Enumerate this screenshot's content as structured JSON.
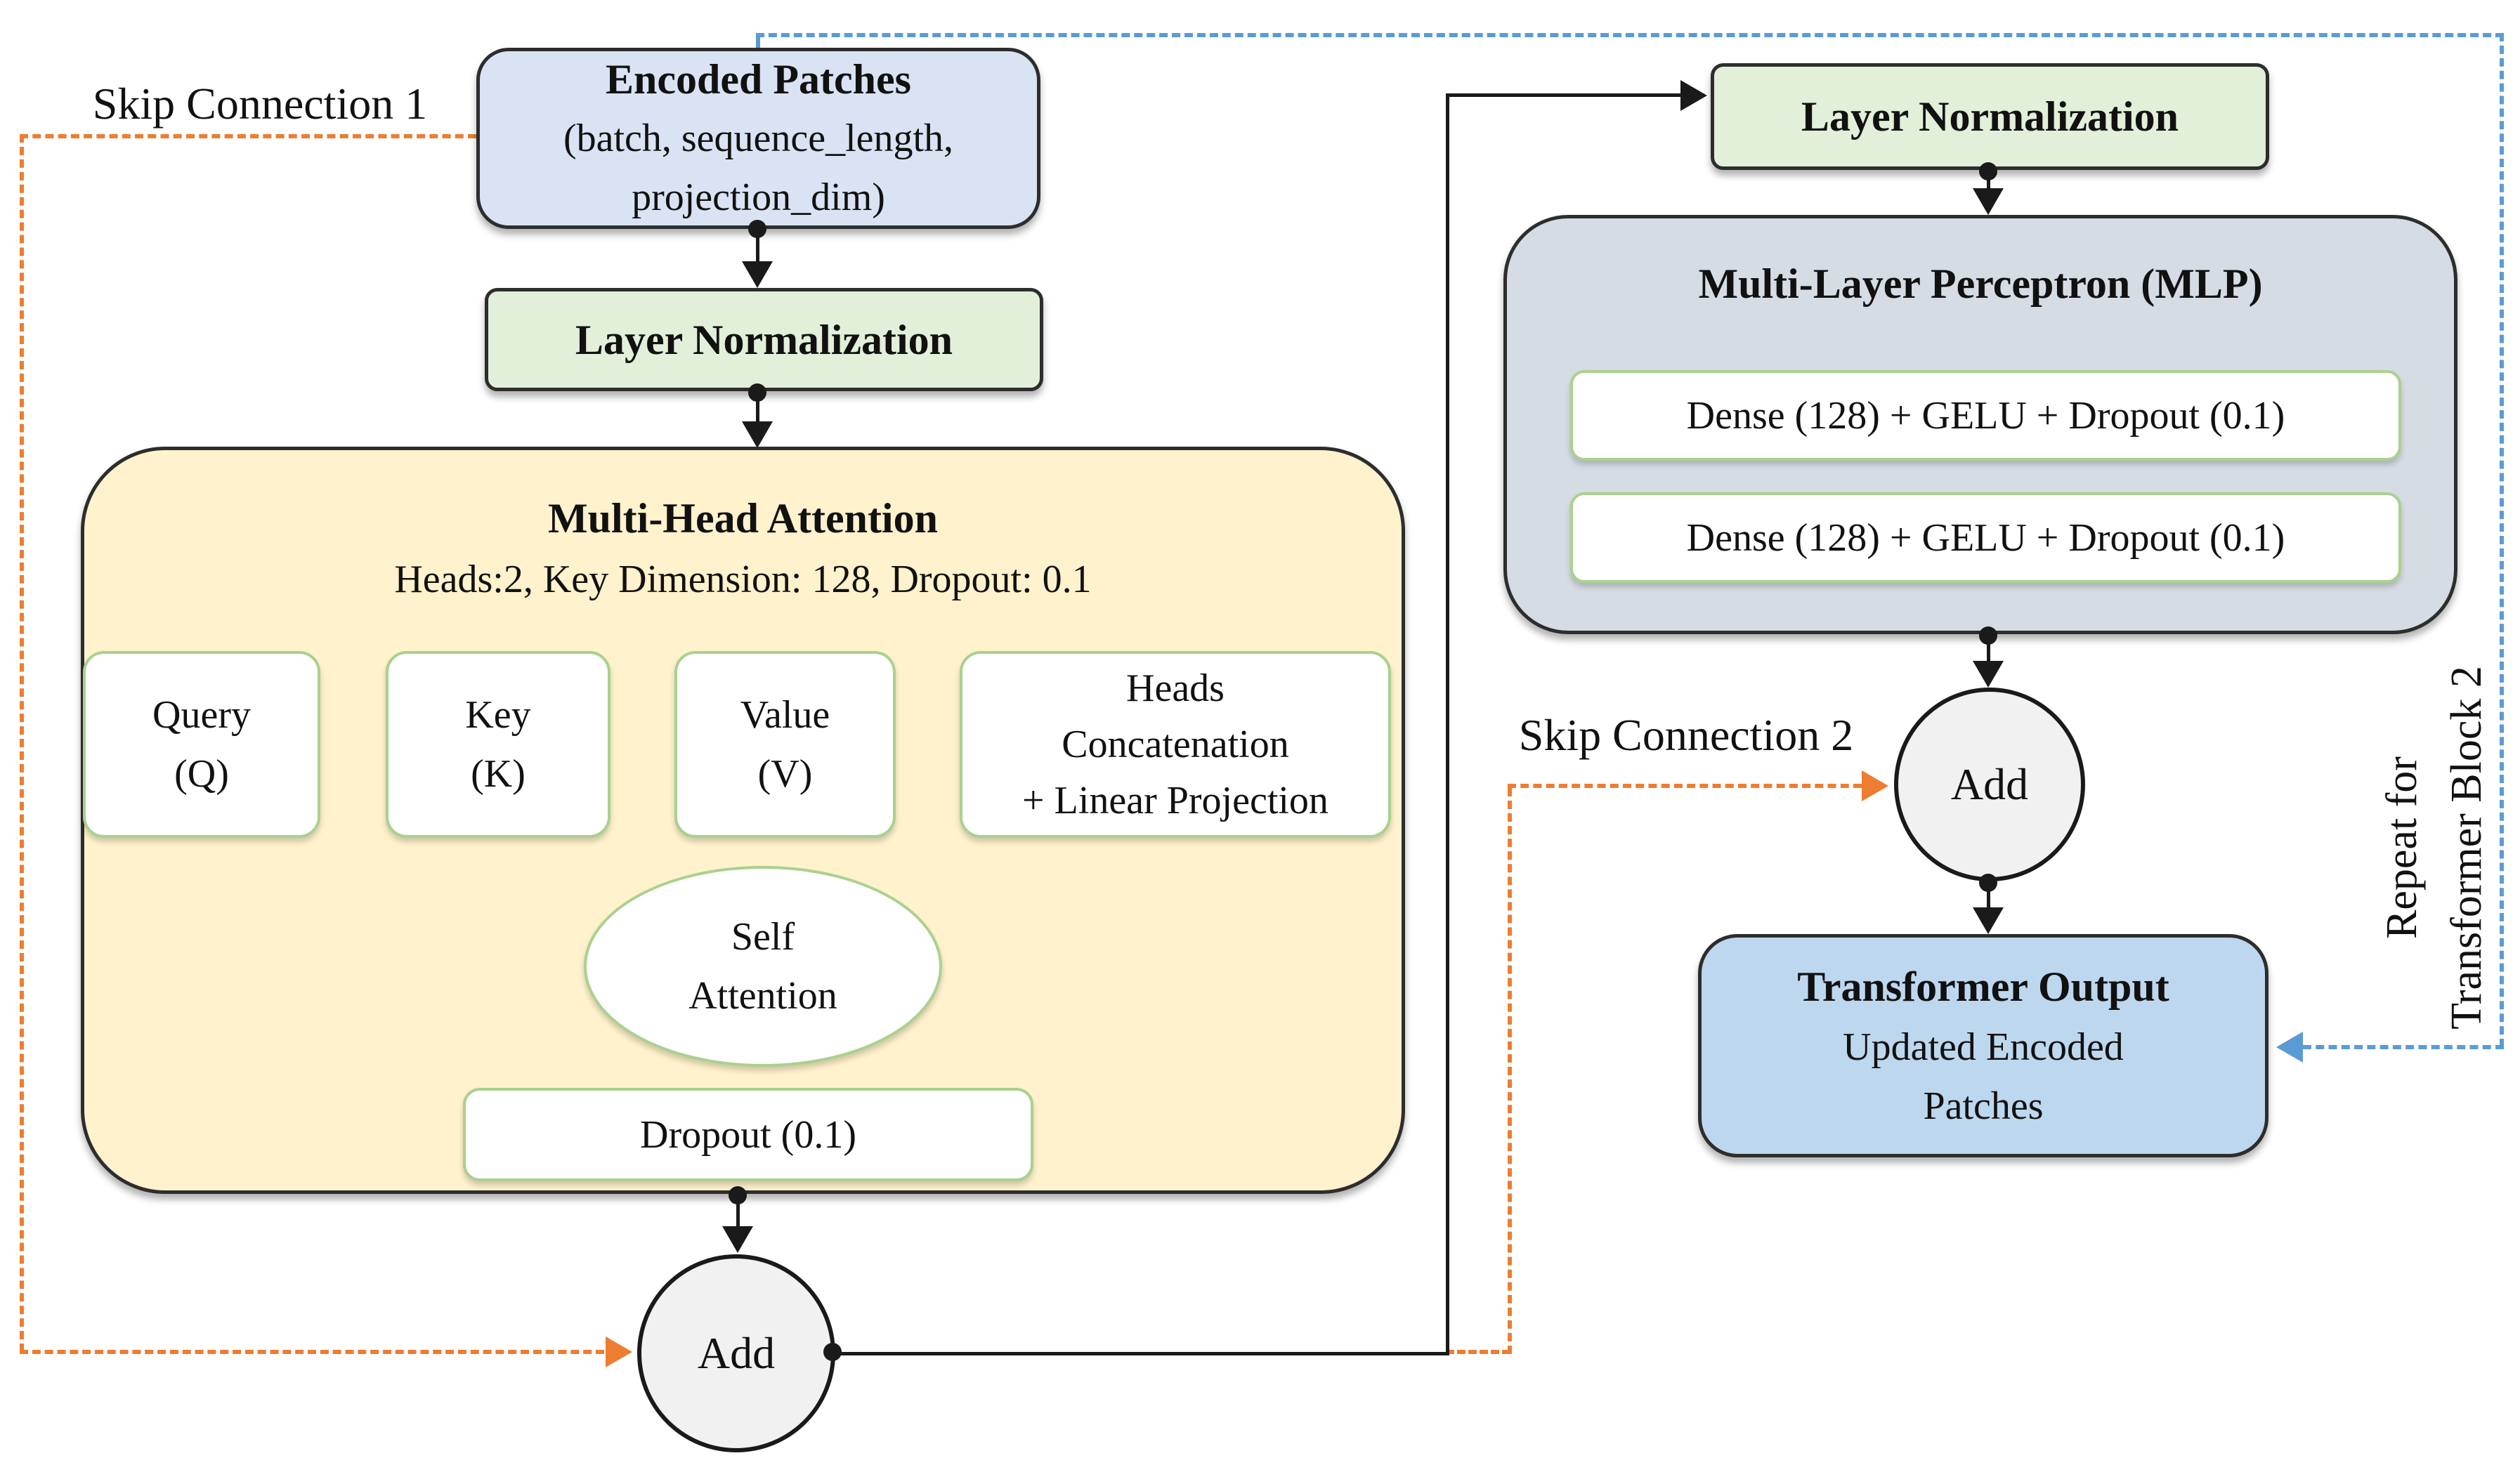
{
  "labels": {
    "skip_connection_1": "Skip Connection 1",
    "skip_connection_2": "Skip Connection 2",
    "repeat_line1": "Repeat for",
    "repeat_line2": "Transformer Block 2"
  },
  "nodes": {
    "encoded_patches": {
      "title": "Encoded Patches",
      "shape_line1": "(batch, sequence_length,",
      "shape_line2": "projection_dim)"
    },
    "layer_norm_left": {
      "label": "Layer Normalization"
    },
    "mha": {
      "title": "Multi-Head Attention",
      "params": "Heads:2, Key Dimension: 128, Dropout: 0.1",
      "query": {
        "line1": "Query",
        "line2": "(Q)"
      },
      "key": {
        "line1": "Key",
        "line2": "(K)"
      },
      "value": {
        "line1": "Value",
        "line2": "(V)"
      },
      "heads_concat": {
        "line1": "Heads",
        "line2": "Concatenation",
        "line3": "+ Linear Projection"
      },
      "self_attention": {
        "line1": "Self",
        "line2": "Attention"
      },
      "dropout": "Dropout (0.1)"
    },
    "add_left": {
      "label": "Add"
    },
    "layer_norm_right": {
      "label": "Layer Normalization"
    },
    "mlp": {
      "title": "Multi-Layer Perceptron (MLP)",
      "dense1": "Dense (128) + GELU + Dropout (0.1)",
      "dense2": "Dense (128) + GELU + Dropout (0.1)"
    },
    "add_right": {
      "label": "Add"
    },
    "transformer_output": {
      "title": "Transformer Output",
      "sub_line1": "Updated Encoded",
      "sub_line2": "Patches"
    }
  },
  "colors": {
    "fill-blue-light": "#dae3f3",
    "fill-green": "#e2efd9",
    "fill-yellow": "#fff2cc",
    "fill-gray-blue": "#d6dce4",
    "fill-blue-mid": "#bdd7ee",
    "fill-gray": "#f1f1f1",
    "border-green": "#a9d18e",
    "accent-orange": "#ed7d31",
    "accent-blue": "#5b9bd5",
    "line-black": "#1a1a1a"
  }
}
